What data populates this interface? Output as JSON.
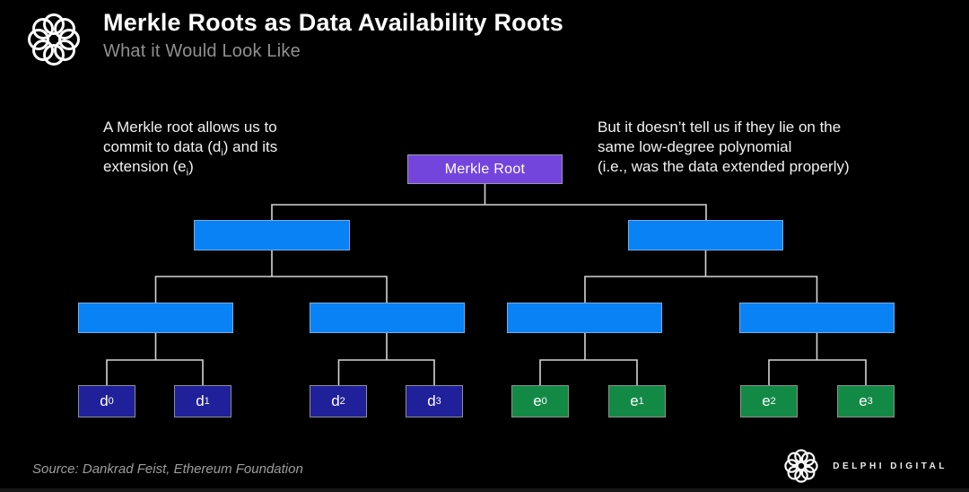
{
  "header": {
    "title": "Merkle Roots as Data Availability Roots",
    "subtitle": "What it Would Look Like"
  },
  "annotations": {
    "left": {
      "line1": "A Merkle root allows us to",
      "line2_pre": "commit to data (d",
      "line2_sub": "i",
      "line2_post": ") and its",
      "line3_pre": "extension (e",
      "line3_sub": "i",
      "line3_post": ")"
    },
    "right": {
      "line1": "But it doesn’t tell us if they lie on the",
      "line2": "same low-degree polynomial",
      "line3": "(i.e., was the data extended properly)"
    }
  },
  "tree": {
    "root": {
      "label": "Merkle Root"
    },
    "levels": "root > 2 hash nodes > 4 hash nodes > 8 leaves",
    "leaves": [
      {
        "base": "d",
        "sub": "0"
      },
      {
        "base": "d",
        "sub": "1"
      },
      {
        "base": "d",
        "sub": "2"
      },
      {
        "base": "d",
        "sub": "3"
      },
      {
        "base": "e",
        "sub": "0"
      },
      {
        "base": "e",
        "sub": "1"
      },
      {
        "base": "e",
        "sub": "2"
      },
      {
        "base": "e",
        "sub": "3"
      }
    ]
  },
  "footer": {
    "source": "Source: Dankrad Feist, Ethereum Foundation",
    "brand": "DELPHI DIGITAL"
  },
  "colors": {
    "background": "#000000",
    "root_node": "#7445DD",
    "hash_node": "#0982F5",
    "data_leaf": "#20209B",
    "extension_leaf": "#128A45",
    "connector": "#D4D4D4",
    "subtitle_text": "#909090"
  }
}
